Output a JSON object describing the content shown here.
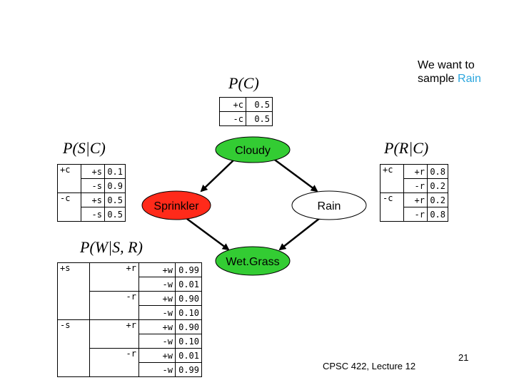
{
  "note": {
    "line1": "We want to",
    "line2": "sample",
    "highlight": "Rain",
    "highlight_color": "#2aa6de"
  },
  "nodes": {
    "cloudy": {
      "label": "Cloudy",
      "color": "#33cc33"
    },
    "sprinkler": {
      "label": "Sprinkler",
      "color": "#ff2a1a"
    },
    "rain": {
      "label": "Rain",
      "color": "#ffffff"
    },
    "wetgrass": {
      "label": "Wet.Grass",
      "color": "#33cc33"
    }
  },
  "cpt_c": {
    "title": "P(C)",
    "rows": [
      [
        "+c",
        "0.5"
      ],
      [
        "-c",
        "0.5"
      ]
    ]
  },
  "cpt_sc": {
    "title": "P(S|C)",
    "rows": [
      [
        "+c",
        "+s",
        "0.1"
      ],
      [
        "",
        "-s",
        "0.9"
      ],
      [
        "-c",
        "+s",
        "0.5"
      ],
      [
        "",
        "-s",
        "0.5"
      ]
    ]
  },
  "cpt_rc": {
    "title": "P(R|C)",
    "rows": [
      [
        "+c",
        "+r",
        "0.8"
      ],
      [
        "",
        "-r",
        "0.2"
      ],
      [
        "-c",
        "+r",
        "0.2"
      ],
      [
        "",
        "-r",
        "0.8"
      ]
    ]
  },
  "cpt_wsr": {
    "title": "P(W|S, R)",
    "rows": [
      [
        "+s",
        "+r",
        "+w",
        "0.99"
      ],
      [
        "",
        "",
        "-w",
        "0.01"
      ],
      [
        "",
        "-r",
        "+w",
        "0.90"
      ],
      [
        "",
        "",
        "-w",
        "0.10"
      ],
      [
        "-s",
        "+r",
        "+w",
        "0.90"
      ],
      [
        "",
        "",
        "-w",
        "0.10"
      ],
      [
        "",
        "-r",
        "+w",
        "0.01"
      ],
      [
        "",
        "",
        "-w",
        "0.99"
      ]
    ]
  },
  "footer": {
    "course": "CPSC 422, Lecture 12",
    "page_number": "21"
  }
}
